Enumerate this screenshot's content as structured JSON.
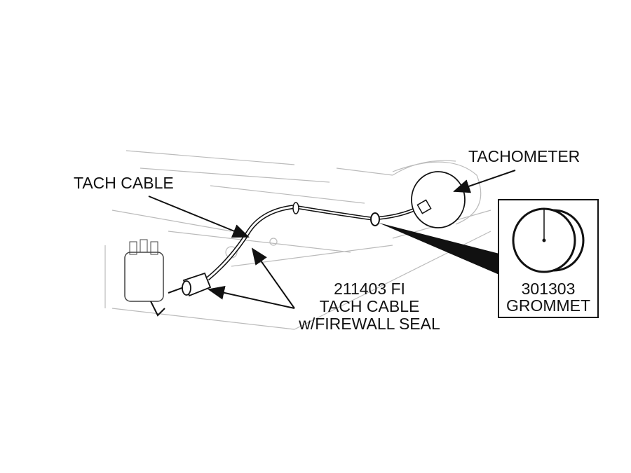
{
  "labels": {
    "tach_cable": "TACH CABLE",
    "tachometer": "TACHOMETER",
    "part_number": "211403 FI",
    "part_name_line1": "TACH CABLE",
    "part_name_line2": "w/FIREWALL SEAL",
    "grommet_number": "301303",
    "grommet_name": "GROMMET"
  },
  "colors": {
    "ink": "#111111",
    "sketch": "#bbbbbb"
  }
}
